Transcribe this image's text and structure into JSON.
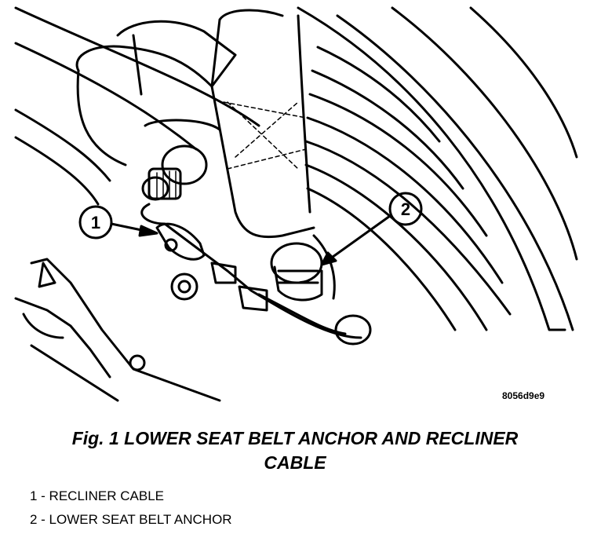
{
  "figure": {
    "code": "8056d9e9",
    "callouts": [
      {
        "number": "1"
      },
      {
        "number": "2"
      }
    ]
  },
  "caption": {
    "line1": "Fig. 1 LOWER SEAT BELT ANCHOR AND RECLINER",
    "line2": "CABLE"
  },
  "legend": [
    "1 - RECLINER CABLE",
    "2 - LOWER SEAT BELT ANCHOR"
  ]
}
